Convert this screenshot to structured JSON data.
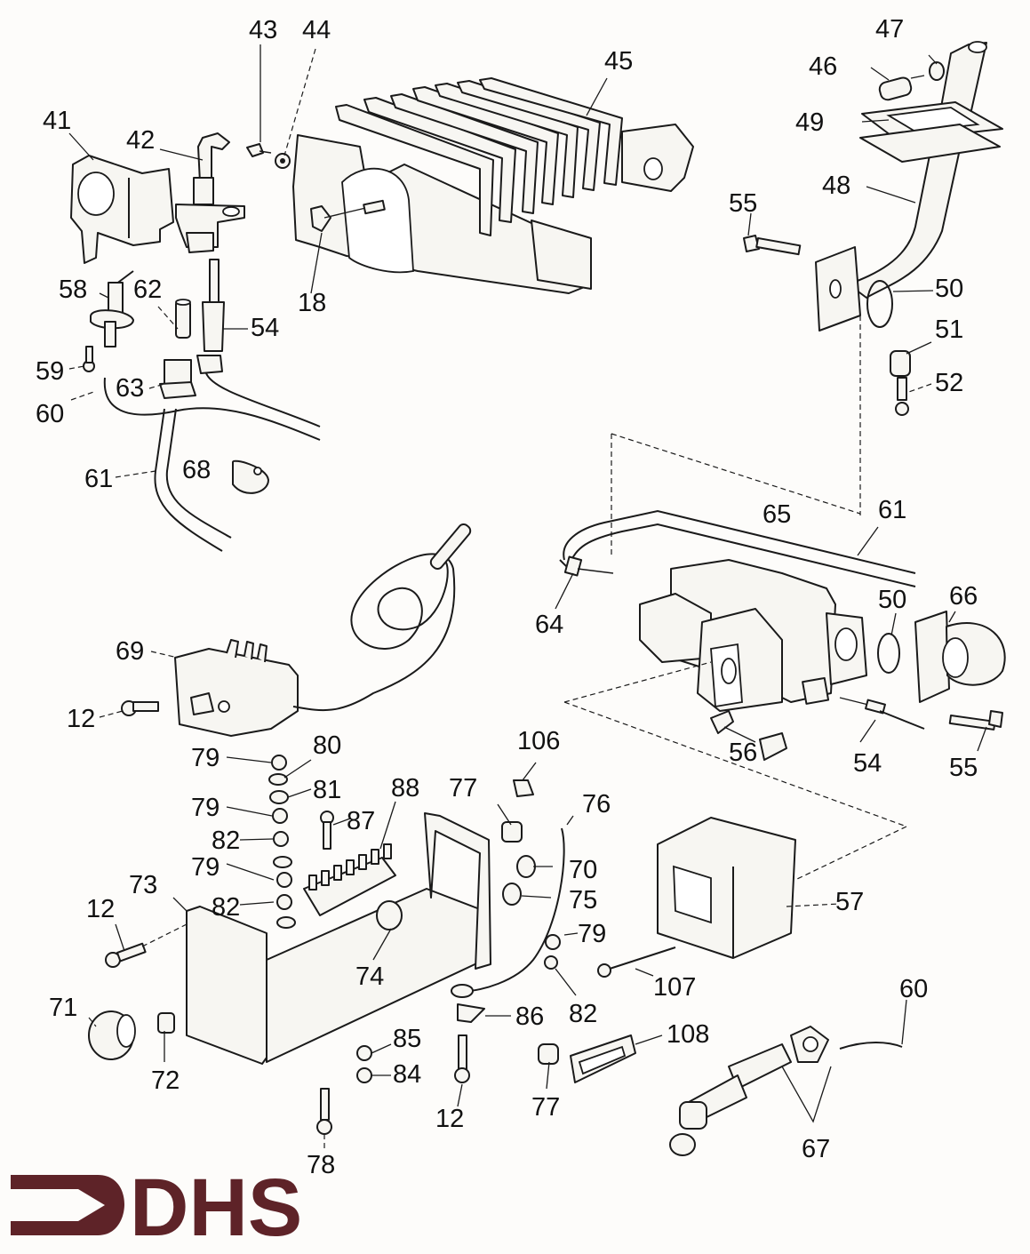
{
  "logo": {
    "text": "DHS",
    "color": "#5e2328"
  },
  "callouts": {
    "c41": "41",
    "c42": "42",
    "c43": "43",
    "c44": "44",
    "c45": "45",
    "c46": "46",
    "c47": "47",
    "c48": "48",
    "c49": "49",
    "c50a": "50",
    "c51": "51",
    "c52": "52",
    "c55a": "55",
    "c18": "18",
    "c58": "58",
    "c62": "62",
    "c54a": "54",
    "c59": "59",
    "c63": "63",
    "c60a": "60",
    "c61a": "61",
    "c68": "68",
    "c65": "65",
    "c61b": "61",
    "c64": "64",
    "c50b": "50",
    "c66": "66",
    "c69": "69",
    "c12a": "12",
    "c56": "56",
    "c54b": "54",
    "c55b": "55",
    "c79a": "79",
    "c80": "80",
    "c81": "81",
    "c79b": "79",
    "c82a": "82",
    "c87": "87",
    "c88": "88",
    "c77a": "77",
    "c106": "106",
    "c76": "76",
    "c79c": "79",
    "c70": "70",
    "c82b": "82",
    "c75": "75",
    "c73": "73",
    "c12b": "12",
    "c74": "74",
    "c79d": "79",
    "c57": "57",
    "c82c": "82",
    "c107": "107",
    "c71": "71",
    "c72": "72",
    "c86": "86",
    "c85": "85",
    "c84": "84",
    "c108": "108",
    "c60b": "60",
    "c77b": "77",
    "c12c": "12",
    "c67": "67",
    "c78": "78"
  }
}
